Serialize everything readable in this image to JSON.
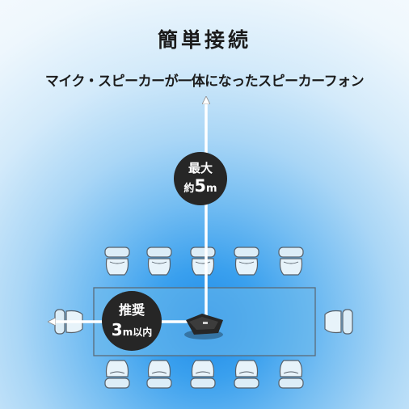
{
  "title": "簡単接続",
  "subtitle": "マイク・スピーカーが一体になったスピーカーフォン",
  "max_badge": {
    "line1": "最大",
    "prefix": "約",
    "value": "5",
    "unit": "m"
  },
  "recommended_badge": {
    "line1": "推奨",
    "value": "3",
    "unit": "m以内"
  }
}
